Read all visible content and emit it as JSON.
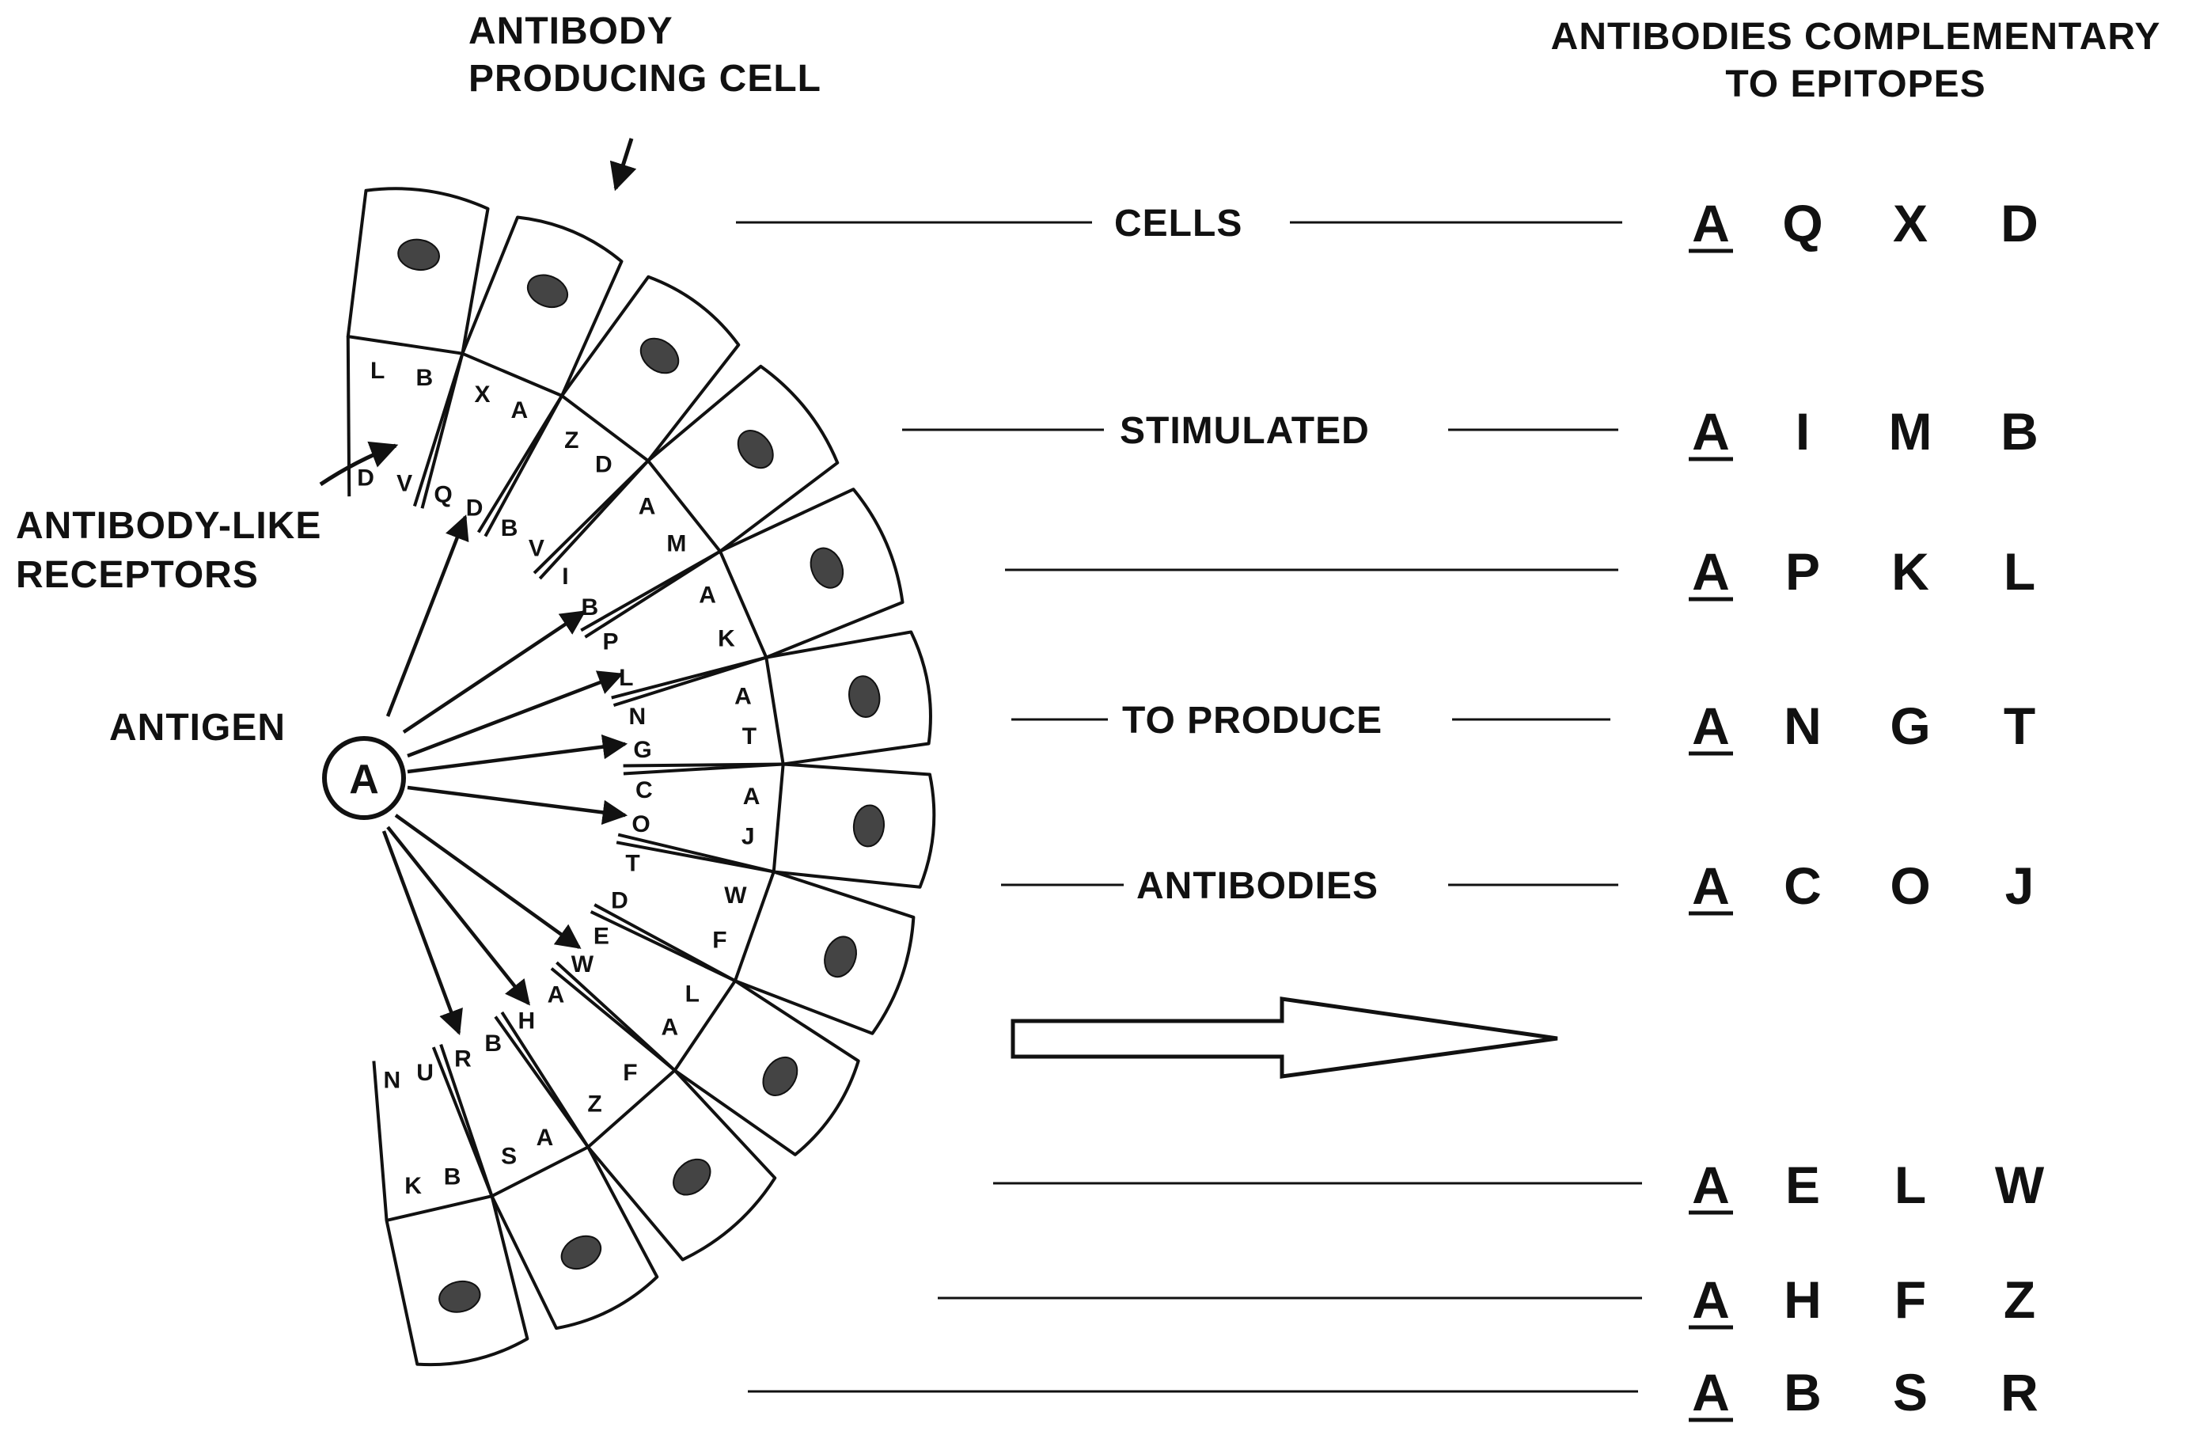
{
  "labels": {
    "antibody_producing_cell": [
      "ANTIBODY",
      "PRODUCING CELL"
    ],
    "antibody_like_receptors": [
      "ANTIBODY-LIKE",
      "RECEPTORS"
    ],
    "antigen": "ANTIGEN",
    "antigen_symbol": "A",
    "header": [
      "ANTIBODIES COMPLEMENTARY",
      "TO EPITOPES"
    ],
    "middle": [
      "CELLS",
      "STIMULATED",
      "TO PRODUCE",
      "ANTIBODIES"
    ]
  },
  "antibody_rows": [
    [
      "A",
      "Q",
      "X",
      "D"
    ],
    [
      "A",
      "I",
      "M",
      "B"
    ],
    [
      "A",
      "P",
      "K",
      "L"
    ],
    [
      "A",
      "N",
      "G",
      "T"
    ],
    [
      "A",
      "C",
      "O",
      "J"
    ],
    [
      "A",
      "E",
      "L",
      "W"
    ],
    [
      "A",
      "H",
      "F",
      "Z"
    ],
    [
      "A",
      "B",
      "S",
      "R"
    ]
  ],
  "cells": [
    {
      "letters": [
        "L",
        "B",
        "D",
        "V"
      ]
    },
    {
      "letters": [
        "X",
        "A",
        "Q",
        "D"
      ]
    },
    {
      "letters": [
        "Z",
        "D",
        "B",
        "V"
      ]
    },
    {
      "letters": [
        "A",
        "M",
        "I",
        "B"
      ]
    },
    {
      "letters": [
        "A",
        "K",
        "P",
        "L"
      ]
    },
    {
      "letters": [
        "A",
        "T",
        "N",
        "G"
      ]
    },
    {
      "letters": [
        "A",
        "J",
        "C",
        "O"
      ]
    },
    {
      "letters": [
        "W",
        "F",
        "T",
        "D"
      ]
    },
    {
      "letters": [
        "L",
        "A",
        "E",
        "W"
      ]
    },
    {
      "letters": [
        "F",
        "Z",
        "A",
        "H"
      ]
    },
    {
      "letters": [
        "A",
        "S",
        "B",
        "R"
      ]
    },
    {
      "letters": [
        "B",
        "K",
        "U",
        "N"
      ]
    }
  ]
}
